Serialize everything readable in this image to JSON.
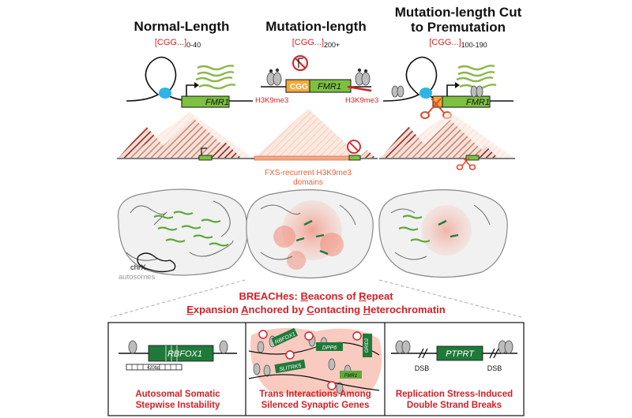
{
  "columns": [
    {
      "title": "Normal-Length",
      "repeat": "[CGG...]",
      "range": "0-40"
    },
    {
      "title": "Mutation-length",
      "repeat": "[CGG...]",
      "range": "200+"
    },
    {
      "title_line1": "Mutation-length Cut",
      "title_line2": "to Premutation",
      "repeat": "[CGG...]",
      "range": "100-190"
    }
  ],
  "gene_labels": {
    "fmr1": "FMR1",
    "cgg": "CGG",
    "h3k9me3_left": "H3K9me3",
    "h3k9me3_right": "H3K9me3",
    "rbfox1": "RBFOX1",
    "ptprt": "PTPRT",
    "dpp6": "DPP6",
    "slitrk5": "SLITRK5",
    "rbfox1_small": "RBFOX1",
    "grid2": "GRID2",
    "fmr1_small": "FMR1",
    "bp20": "+20bp",
    "dsb_left": "DSB",
    "dsb_right": "DSB"
  },
  "fxs_label_line1": "FXS-recurrent H3K9me3",
  "fxs_label_line2": "domains",
  "nucleus_labels": {
    "chrx": "chrX",
    "autosomes": "autosomes"
  },
  "breach": {
    "prefix": "BREACHes: ",
    "line1_words": [
      "B",
      "eacons of ",
      "R",
      "epeat"
    ],
    "line2_words": [
      "E",
      "xpansion ",
      "A",
      "nchored by ",
      "C",
      "ontacting ",
      "H",
      "eterochromatin"
    ]
  },
  "panels": [
    {
      "line1": "Autosomal Somatic",
      "line2": "Stepwise Instability"
    },
    {
      "line1": "Trans Interactions Among",
      "line2": "Silenced Synaptic Genes"
    },
    {
      "line1": "Replication Stress-Induced",
      "line2": "Double Strand Breaks"
    }
  ],
  "colors": {
    "red": "#d21f26",
    "green": "#5fa83a",
    "darkgreen": "#1f7a3a",
    "salmon": "#f2b7a0",
    "orange": "#e0643a",
    "maroon": "#7a2b2b"
  }
}
